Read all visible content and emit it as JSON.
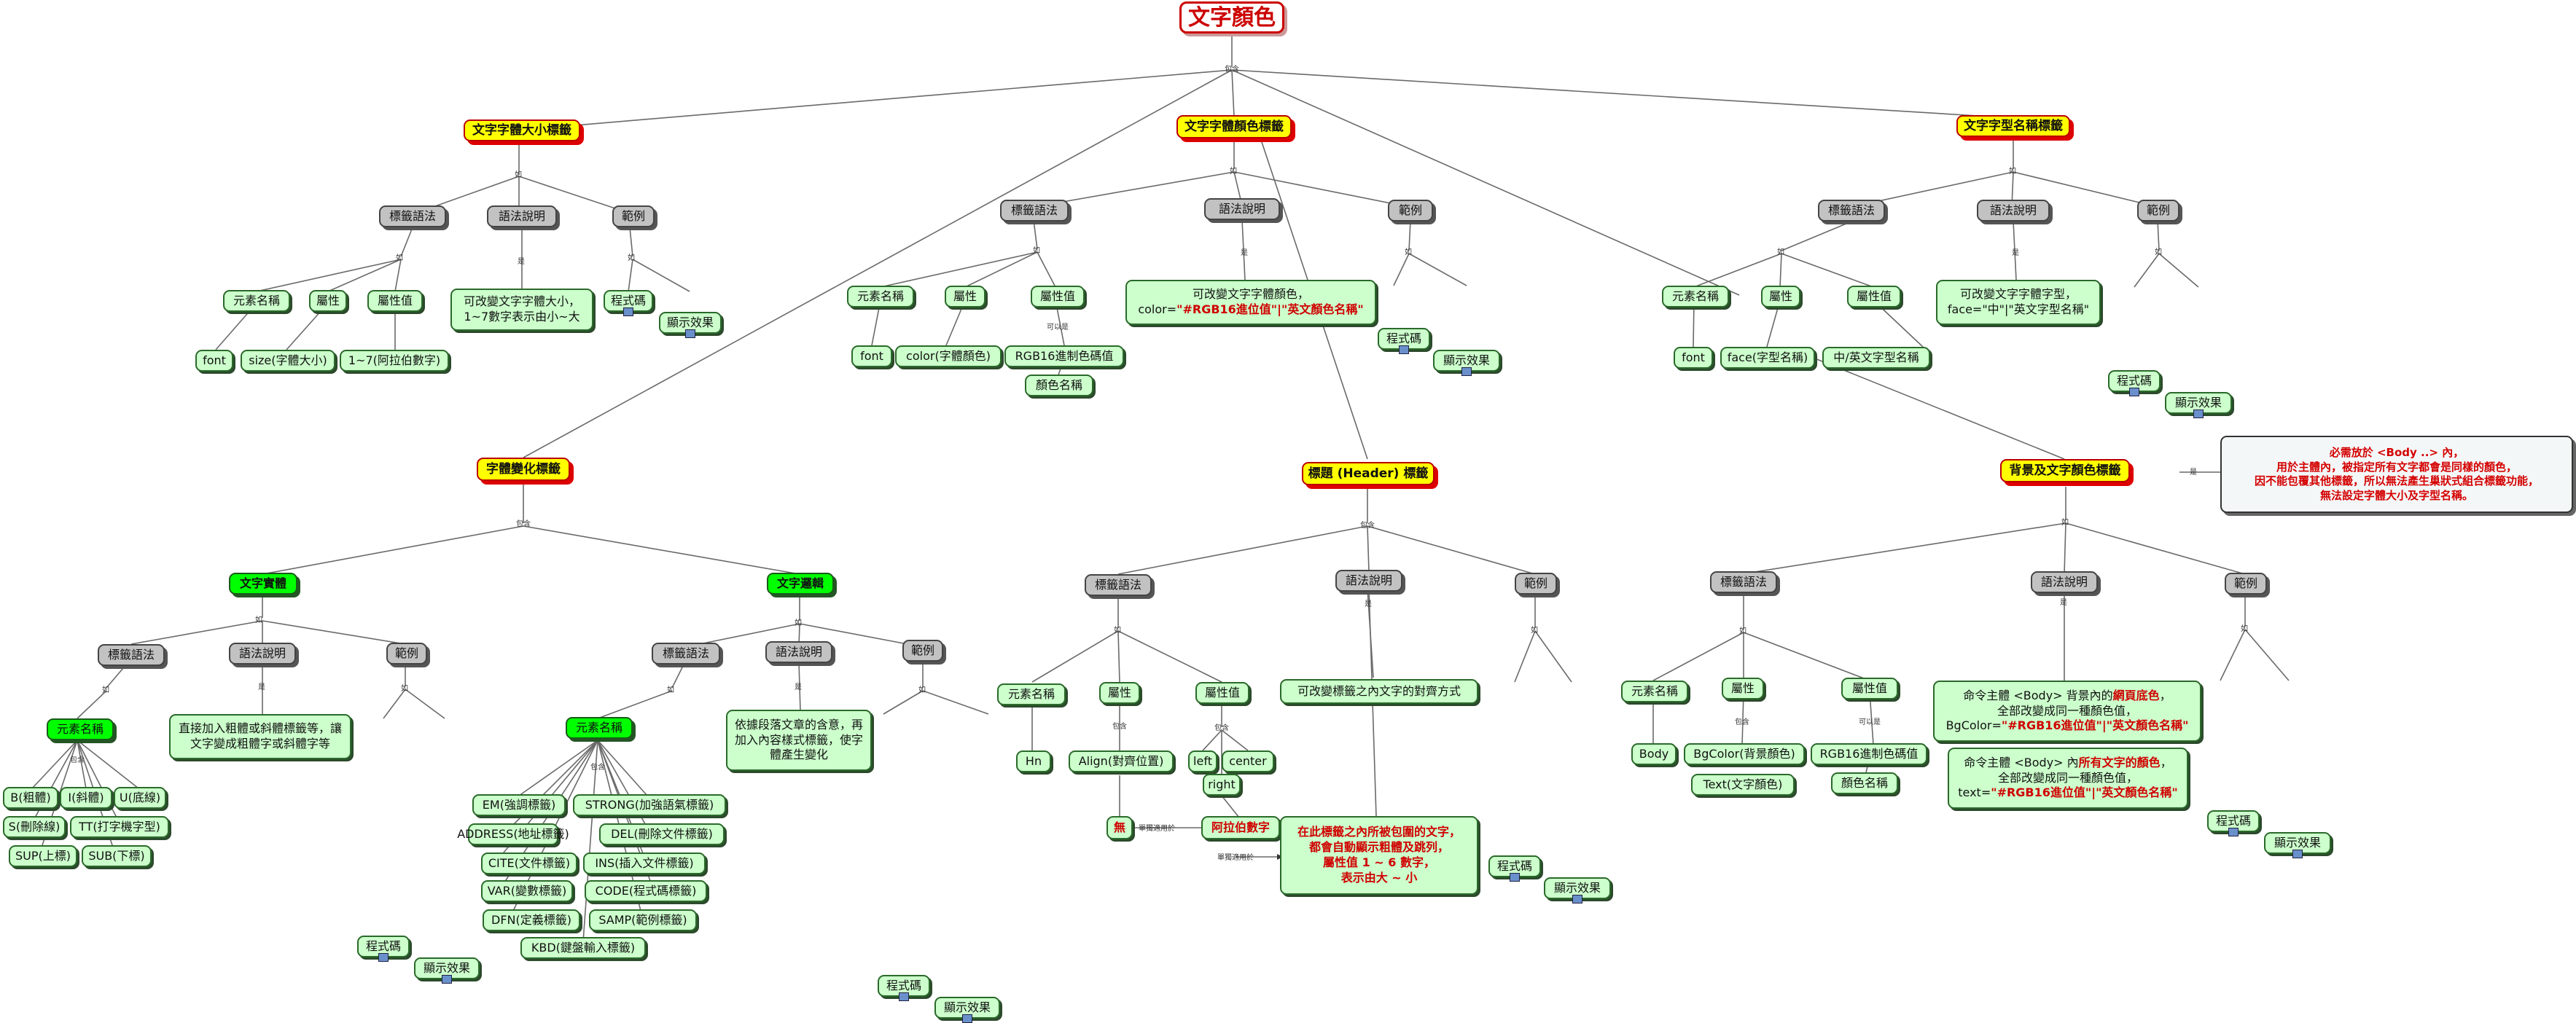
{
  "map": {
    "root": "文字顏色",
    "labels": {
      "contains": "包含",
      "is": "是",
      "such_as": "如",
      "can_be": "可以是",
      "only_with": "單獨適用於",
      "applies_to": "單獨適用於"
    },
    "size_tag": {
      "title": "文字字體大小標籤",
      "syntax": "標籤語法",
      "desc": "語法說明",
      "example": "範例",
      "el_name": "元素名稱",
      "attr": "屬性",
      "attr_val": "屬性值",
      "font": "font",
      "size": "size(字體大小)",
      "range": "1~7(阿拉伯數字)",
      "desc_text": "可改變文字字體大小，1~7數字表示由小~大",
      "code": "程式碼",
      "effect": "顯示效果"
    },
    "color_tag": {
      "title": "文字字體顏色標籤",
      "syntax": "標籤語法",
      "desc": "語法說明",
      "example": "範例",
      "el_name": "元素名稱",
      "attr": "屬性",
      "attr_val": "屬性值",
      "font": "font",
      "color": "color(字體顏色)",
      "rgb": "RGB16進制色碼值",
      "name": "顏色名稱",
      "desc_line1": "可改變文字字體顏色，",
      "desc_prefix": "color=",
      "desc_value": "\"#RGB16進位值\"|\"英文顏色名稱\"",
      "code": "程式碼",
      "effect": "顯示效果"
    },
    "face_tag": {
      "title": "文字字型名稱標籤",
      "syntax": "標籤語法",
      "desc": "語法說明",
      "example": "範例",
      "el_name": "元素名稱",
      "attr": "屬性",
      "attr_val": "屬性值",
      "font": "font",
      "face": "face(字型名稱)",
      "value": "中/英文字型名稱",
      "desc_text": "可改變文字字體字型，face=\"中\"|\"英文字型名稱\"",
      "code": "程式碼",
      "effect": "顯示效果"
    },
    "variant_tag": {
      "title": "字體變化標籤",
      "physical": {
        "title": "文字實體",
        "syntax": "標籤語法",
        "desc": "語法說明",
        "example": "範例",
        "el_name": "元素名稱",
        "desc_text": "直接加入粗體或斜體標籤等，讓文字變成粗體字或斜體字等",
        "items": [
          "B(粗體)",
          "I(斜體)",
          "U(底線)",
          "S(刪除線)",
          "TT(打字機字型)",
          "SUP(上標)",
          "SUB(下標)"
        ],
        "code": "程式碼",
        "effect": "顯示效果"
      },
      "logical": {
        "title": "文字邏輯",
        "syntax": "標籤語法",
        "desc": "語法說明",
        "example": "範例",
        "el_name": "元素名稱",
        "desc_text": "依據段落文章的含意，再加入內容樣式標籤，使字體產生變化",
        "items": [
          "EM(強調標籤)",
          "STRONG(加強語氣標籤)",
          "ADDRESS(地址標籤)",
          "DEL(刪除文件標籤)",
          "CITE(文件標籤)",
          "INS(插入文件標籤)",
          "VAR(變數標籤)",
          "CODE(程式碼標籤)",
          "DFN(定義標籤)",
          "SAMP(範例標籤)",
          "KBD(鍵盤輸入標籤)"
        ],
        "code": "程式碼",
        "effect": "顯示效果"
      }
    },
    "header_tag": {
      "title": "標題 (Header) 標籤",
      "syntax": "標籤語法",
      "desc": "語法說明",
      "example": "範例",
      "el_name": "元素名稱",
      "attr": "屬性",
      "attr_val": "屬性值",
      "hn": "Hn",
      "align": "Align(對齊位置)",
      "left": "left",
      "center": "center",
      "right": "right",
      "none": "無",
      "arabic": "阿拉伯數字",
      "desc_text": "可改變標籤之內文字的對齊方式",
      "note_lines": [
        "在此標籤之內所被包圍的文字，",
        "都會自動顯示粗體及跳列，",
        "屬性值 1 ~ 6 數字，",
        "表示由大 ~ 小"
      ],
      "code": "程式碼",
      "effect": "顯示效果"
    },
    "bg_tag": {
      "title": "背景及文字顏色標籤",
      "syntax": "標籤語法",
      "desc": "語法說明",
      "example": "範例",
      "el_name": "元素名稱",
      "attr": "屬性",
      "attr_val": "屬性值",
      "body": "Body",
      "bgcolor": "BgColor(背景顏色)",
      "text": "Text(文字顏色)",
      "rgb": "RGB16進制色碼值",
      "name": "顏色名稱",
      "desc1_a": "命令主體 <Body> 背景內的",
      "desc1_b": "網頁底色",
      "desc1_c": "，",
      "desc1_line2": "全部改變成同一種顏色值，",
      "desc1_prefix": "BgColor=",
      "desc1_value": "\"#RGB16進位值\"|\"英文顏色名稱\"",
      "desc2_a": "命令主體 <Body> 內",
      "desc2_b": "所有文字的顏色",
      "desc2_c": "，",
      "desc2_line2": "全部改變成同一種顏色值，",
      "desc2_prefix": "text=",
      "desc2_value": "\"#RGB16進位值\"|\"英文顏色名稱\"",
      "note_lines": [
        "必需放於 <Body ..> 內，",
        "用於主體內，被指定所有文字都會是同樣的顏色，",
        "因不能包覆其他標籤，所以無法產生巢狀式組合標籤功能，",
        "無法設定字體大小及字型名稱。"
      ],
      "code": "程式碼",
      "effect": "顯示效果"
    }
  },
  "colors": {
    "title_fill": "#ffff00",
    "title_border": "#b00000",
    "gray_fill": "#c2c2c2",
    "leaf_fill": "#ccffcc",
    "green_fill": "#00ff00",
    "red_text": "#d00000",
    "edge": "#666666"
  }
}
